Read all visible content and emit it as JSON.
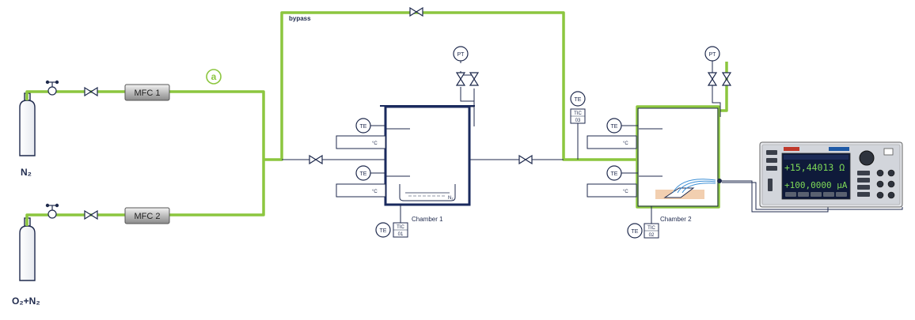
{
  "gases": {
    "top_label": "N₂",
    "bottom_label": "O₂+N₂"
  },
  "mfc": {
    "mfc1_label": "MFC 1",
    "mfc2_label": "MFC 2"
  },
  "annotation": {
    "circle_letter": "a"
  },
  "bypass": {
    "label": "bypass"
  },
  "instruments": {
    "pt_label": "PT",
    "te_label": "TE",
    "temp_unit": "°C",
    "tic_label": "TIC",
    "tic_chamber1": "01",
    "tic_middle": "03",
    "tic_chamber2": "02",
    "n2_subscript": "N₂"
  },
  "chambers": {
    "chamber1_label": "Chamber 1",
    "chamber2_label": "Chamber 2"
  },
  "smu": {
    "resistance_readout": "+15,44013 Ω",
    "current_readout": "+100,0000 μA"
  },
  "colors": {
    "gas_line": "#8cc63f",
    "pipe": "#1f2a4d",
    "chamber1_frame": "#1a2a5e",
    "sample_pad": "#f2cfb0",
    "screen": "#0f1a3a",
    "screen_text": "#7ed957"
  }
}
